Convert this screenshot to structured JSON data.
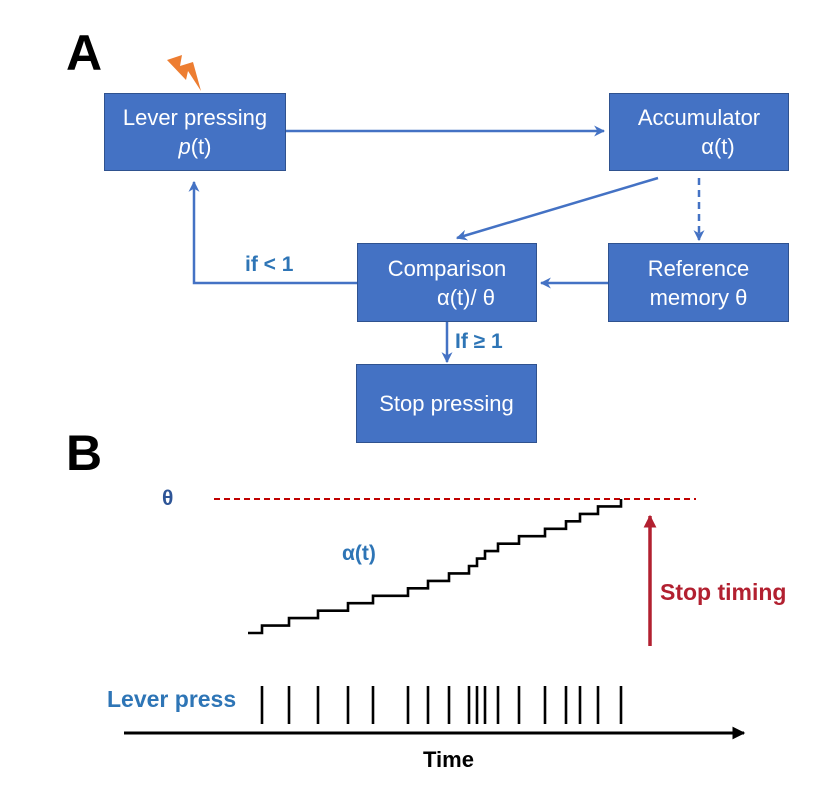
{
  "panels": {
    "a": "A",
    "b": "B"
  },
  "boxes": {
    "lever": {
      "line1": "Lever pressing",
      "line2_italic": "p",
      "line2_rest": "(t)"
    },
    "accumulator": {
      "line1": "Accumulator",
      "line2": "α(t)"
    },
    "comparison": {
      "line1": "Comparison",
      "line2": "α(t)/ θ"
    },
    "reference": {
      "line1": "Reference",
      "line2": "memory θ"
    },
    "stop": {
      "line1": "Stop pressing"
    }
  },
  "labels": {
    "if_less": "if < 1",
    "if_geq": "If ≥ 1",
    "theta": "θ",
    "alpha": "α(t)",
    "stop_timing": "Stop timing",
    "lever_press": "Lever press",
    "time": "Time"
  },
  "colors": {
    "box_fill": "#4472c4",
    "arrow_blue": "#4472c4",
    "label_blue": "#2e75b6",
    "threshold_red": "#c00000",
    "stop_red": "#b22030",
    "bolt_orange": "#ed7d31"
  },
  "icons": {
    "bolt": "lightning-bolt-icon"
  }
}
